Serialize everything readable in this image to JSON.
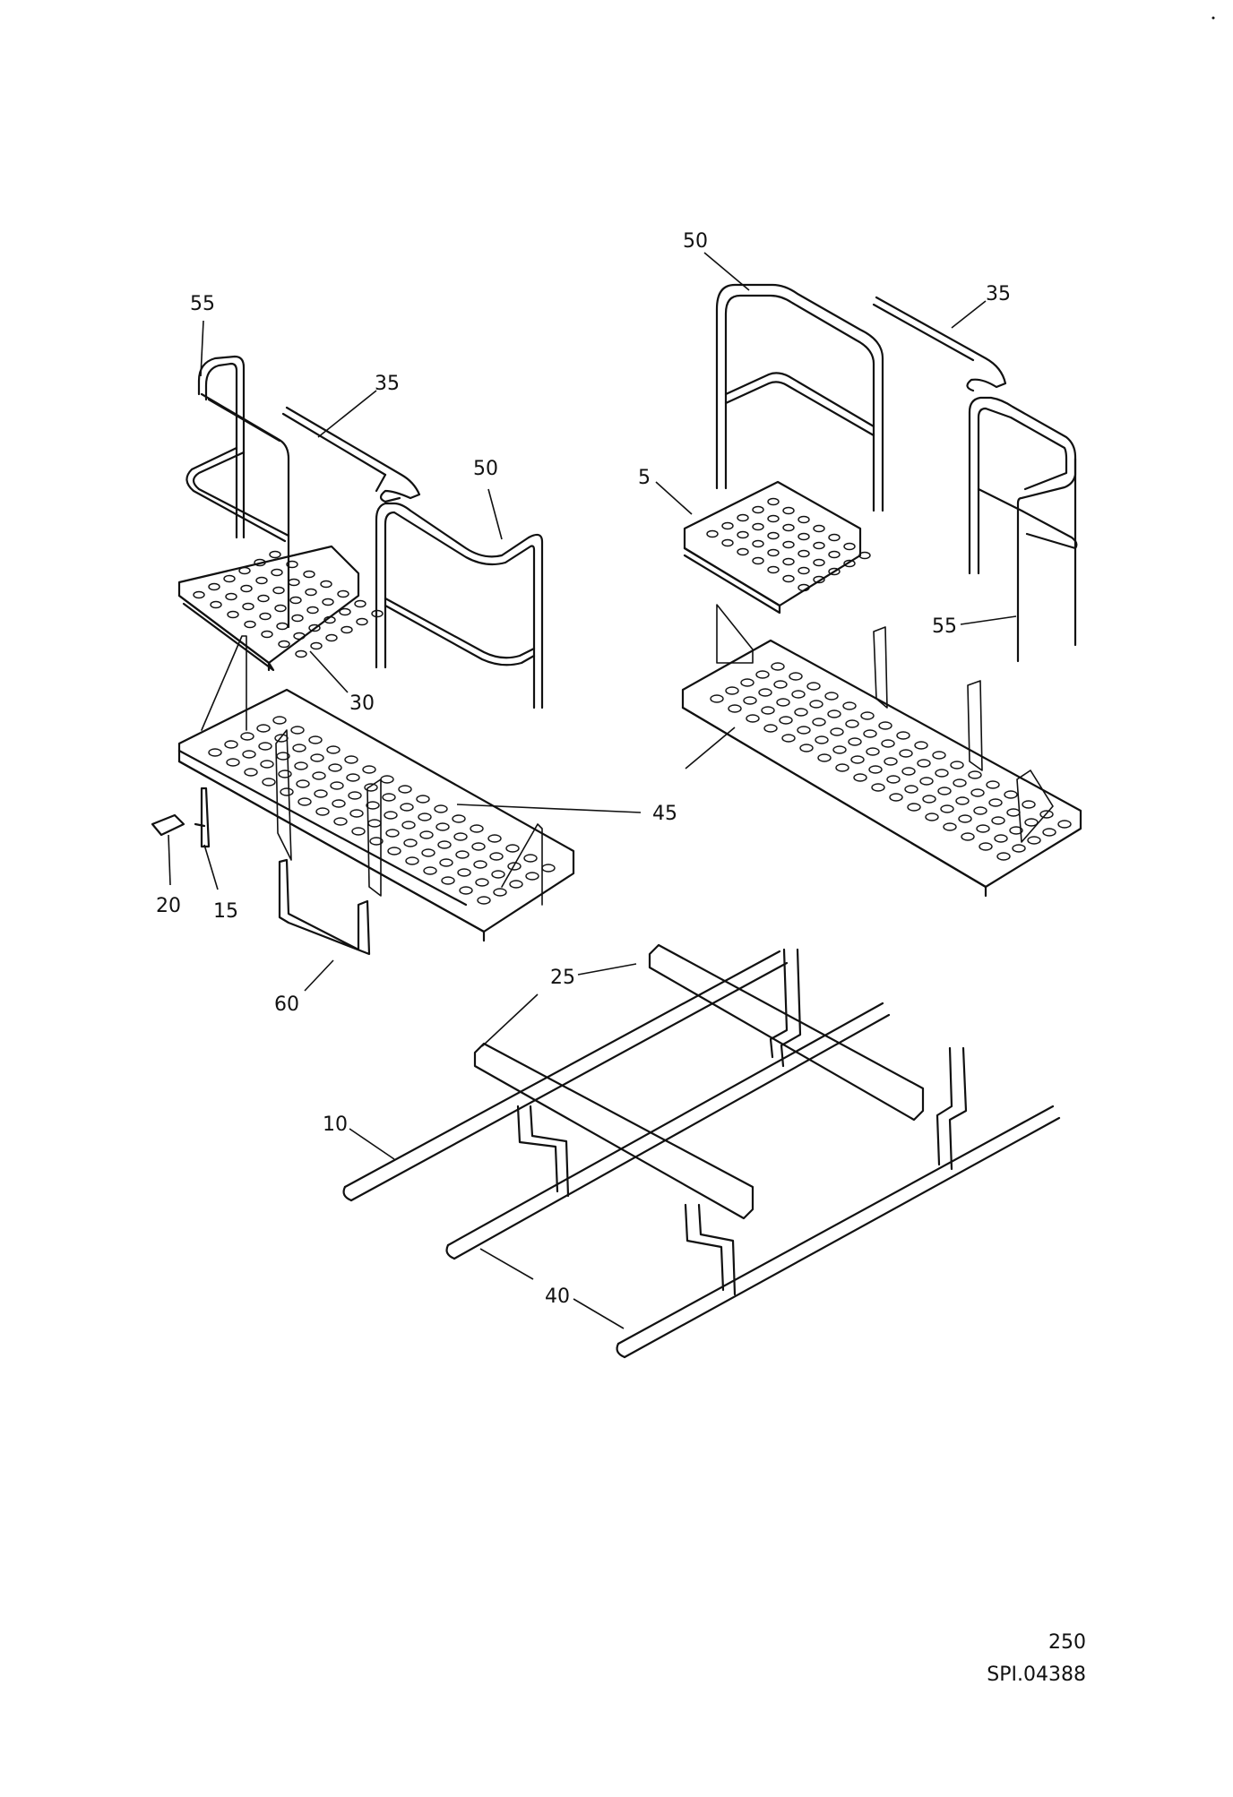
{
  "diagram": {
    "callouts": {
      "c55_left": "55",
      "c35_left": "35",
      "c50_left": "50",
      "c30": "30",
      "c45": "45",
      "c20": "20",
      "c15": "15",
      "c60": "60",
      "c50_right": "50",
      "c35_right": "35",
      "c5": "5",
      "c55_right": "55",
      "c25": "25",
      "c10": "10",
      "c40": "40"
    },
    "footer": {
      "page_number": "250",
      "drawing_code": "SPI.04388"
    }
  }
}
